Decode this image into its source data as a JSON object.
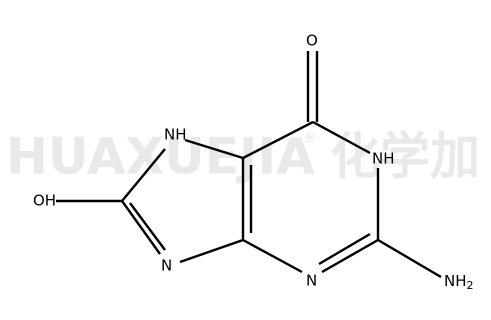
{
  "watermark": {
    "brand": "HUAXUEJIA",
    "registered": "®",
    "cjk": "化学加"
  },
  "molecule": {
    "atoms": {
      "o_carbonyl": "O",
      "nh_imidazole": "NH",
      "nh_pyrimidine": "NH",
      "oh": "OH",
      "n_imidazole": "N",
      "n_pyrimidine": "N",
      "nh2_main": "NH",
      "nh2_sub": "2"
    }
  },
  "colors": {
    "bond": "#000000",
    "watermark": "#e9e9e9"
  }
}
